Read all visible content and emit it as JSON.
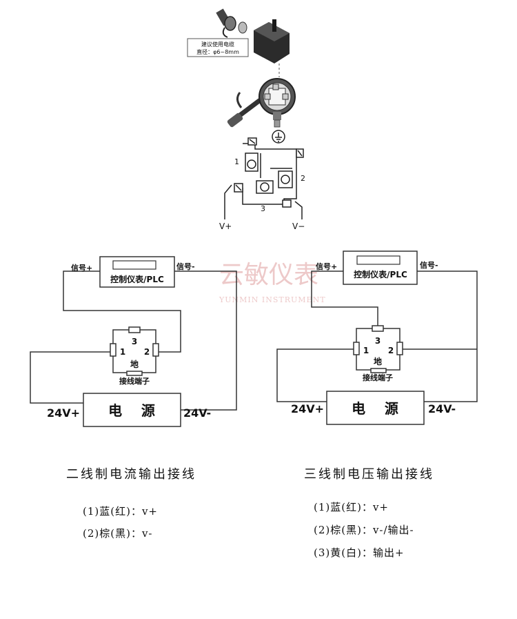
{
  "connector": {
    "cable_note_line1": "建议使用电缆",
    "cable_note_line2": "直径：φ6~8mm",
    "pin1": "1",
    "pin2": "2",
    "pin3": "3",
    "v_plus": "V+",
    "v_minus": "V−"
  },
  "watermark": {
    "cn": "云敏仪表",
    "en": "YUNMIN INSTRUMENT",
    "color": "#e8b8b8"
  },
  "left_diagram": {
    "meter_label": "控制仪表/PLC",
    "signal_plus": "信号+",
    "signal_minus": "信号-",
    "term3": "3",
    "term1": "1",
    "term2": "2",
    "ground": "地",
    "terminal_label": "接线端子",
    "power_label": "电    源",
    "v24_plus": "24V+",
    "v24_minus": "24V-",
    "caption": "二线制电流输出接线",
    "items": [
      "(1)蓝(红)：v+",
      "(2)棕(黑)：v-"
    ]
  },
  "right_diagram": {
    "meter_label": "控制仪表/PLC",
    "signal_plus": "信号+",
    "signal_minus": "信号-",
    "term3": "3",
    "term1": "1",
    "term2": "2",
    "ground": "地",
    "terminal_label": "接线端子",
    "power_label": "电    源",
    "v24_plus": "24V+",
    "v24_minus": "24V-",
    "caption": "三线制电压输出接线",
    "items": [
      "(1)蓝(红)：v+",
      "(2)棕(黑)：v-/输出-",
      "(3)黄(白)：输出+"
    ]
  }
}
